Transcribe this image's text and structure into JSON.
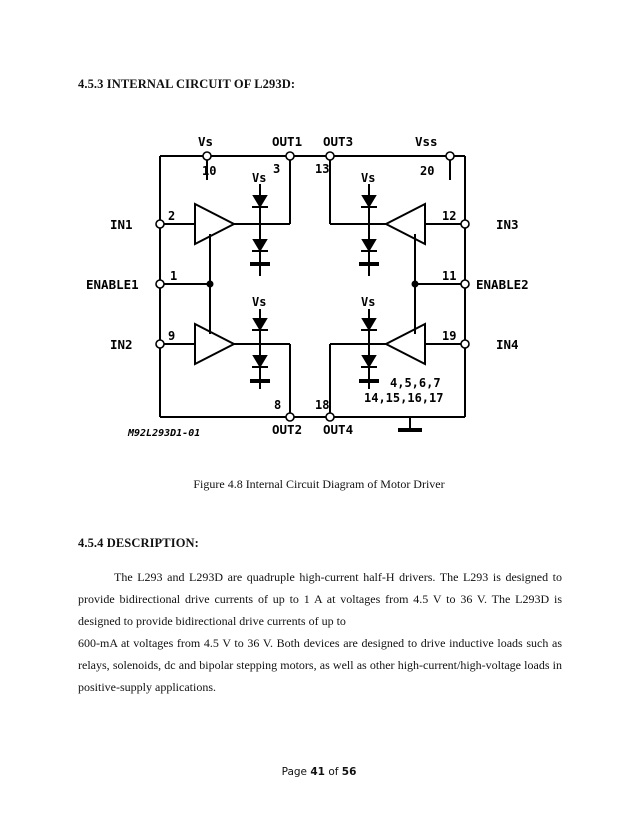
{
  "section1": {
    "heading": "4.5.3 INTERNAL CIRCUIT OF L293D:"
  },
  "diagram": {
    "labels": {
      "vs": "Vs",
      "vss": "Vss",
      "out1": "OUT1",
      "out3": "OUT3",
      "out2": "OUT2",
      "out4": "OUT4",
      "in1": "IN1",
      "in2": "IN2",
      "in3": "IN3",
      "in4": "IN4",
      "enable1": "ENABLE1",
      "enable2": "ENABLE2",
      "vs_small": "Vs",
      "gnd_pins_1": "4,5,6,7",
      "gnd_pins_2": "14,15,16,17",
      "code": "M92L293D1-01"
    },
    "pins": {
      "p10": "10",
      "p3": "3",
      "p13": "13",
      "p20": "20",
      "p2": "2",
      "p1": "1",
      "p9": "9",
      "p12": "12",
      "p11": "11",
      "p19": "19",
      "p8": "8",
      "p18": "18"
    }
  },
  "caption": "Figure 4.8 Internal Circuit Diagram of Motor Driver",
  "section2": {
    "heading": "4.5.4 DESCRIPTION:",
    "para1": "The L293 and L293D are quadruple high-current half-H drivers. The L293 is designed to provide bidirectional drive currents of up to 1 A at voltages from 4.5 V to 36 V. The L293D is designed to provide bidirectional drive currents of up to",
    "para2": "600-mA at voltages from 4.5 V to 36 V. Both devices are designed to drive inductive loads such as relays, solenoids, dc and bipolar stepping motors, as well as other high-current/high-voltage loads in positive-supply applications."
  },
  "footer": {
    "page_word": "Page",
    "page_num": "41",
    "of_word": "of",
    "total": "56"
  }
}
